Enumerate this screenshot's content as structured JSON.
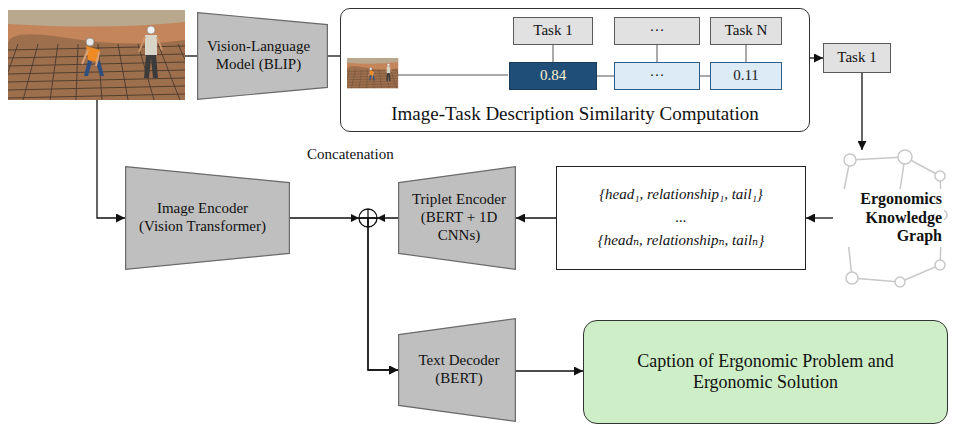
{
  "diagram": {
    "nodes": [
      {
        "text": [
          "Vision-Language Model (BLIP)"
        ]
      },
      {
        "text": [
          "Image-Task Description Similarity Computation"
        ]
      },
      {
        "text": [
          "Task 1"
        ],
        "in": 1
      },
      {
        "text": [
          "···"
        ],
        "in": 1
      },
      {
        "text": [
          "Task N"
        ],
        "in": 1
      },
      {
        "text": [
          "0.84"
        ],
        "in": 1
      },
      {
        "text": [
          "···"
        ],
        "in": 1
      },
      {
        "text": [
          "0.11"
        ],
        "in": 1
      },
      {
        "text": [
          "Task 1"
        ]
      },
      {
        "text": [
          "Ergonomics Knowledge Graph"
        ]
      },
      {
        "text": [
          "{head₁, relationship₁, tail₁}",
          "...",
          "{headₙ, relationshipₙ, tailₙ}"
        ]
      },
      {
        "text": [
          "Triplet Encoder (BERT + 1D CNNs)"
        ]
      },
      {
        "text": [
          "Image Encoder (Vision Transformer)"
        ]
      },
      {
        "text": [
          "Text Decoder (BERT)"
        ]
      },
      {
        "text": [
          "Caption of Ergonomic Problem and Ergonomic Solution"
        ]
      }
    ],
    "edges": [
      {
        "from": 0,
        "to": 1,
        "arrow": "none"
      },
      {
        "from": 1,
        "to": 8,
        "arrow": "to"
      },
      {
        "from": 8,
        "to": 9,
        "arrow": "to"
      },
      {
        "from": 9,
        "to": 10,
        "arrow": "to"
      },
      {
        "from": 10,
        "to": 11,
        "arrow": "to"
      },
      {
        "from": 12,
        "to": 13,
        "arrow": "to"
      },
      {
        "from": 11,
        "to": 13,
        "arrow": "to"
      },
      {
        "from": 13,
        "to": 14,
        "arrow": "to"
      },
      {
        "from": 2,
        "to": 5,
        "arrow": "none"
      },
      {
        "from": 3,
        "to": 6,
        "arrow": "none"
      },
      {
        "from": 4,
        "to": 7,
        "arrow": "none"
      },
      {
        "from": 5,
        "to": 6,
        "arrow": "none"
      },
      {
        "from": 6,
        "to": 7,
        "arrow": "none"
      }
    ],
    "labels": [
      "Concatenation"
    ]
  }
}
